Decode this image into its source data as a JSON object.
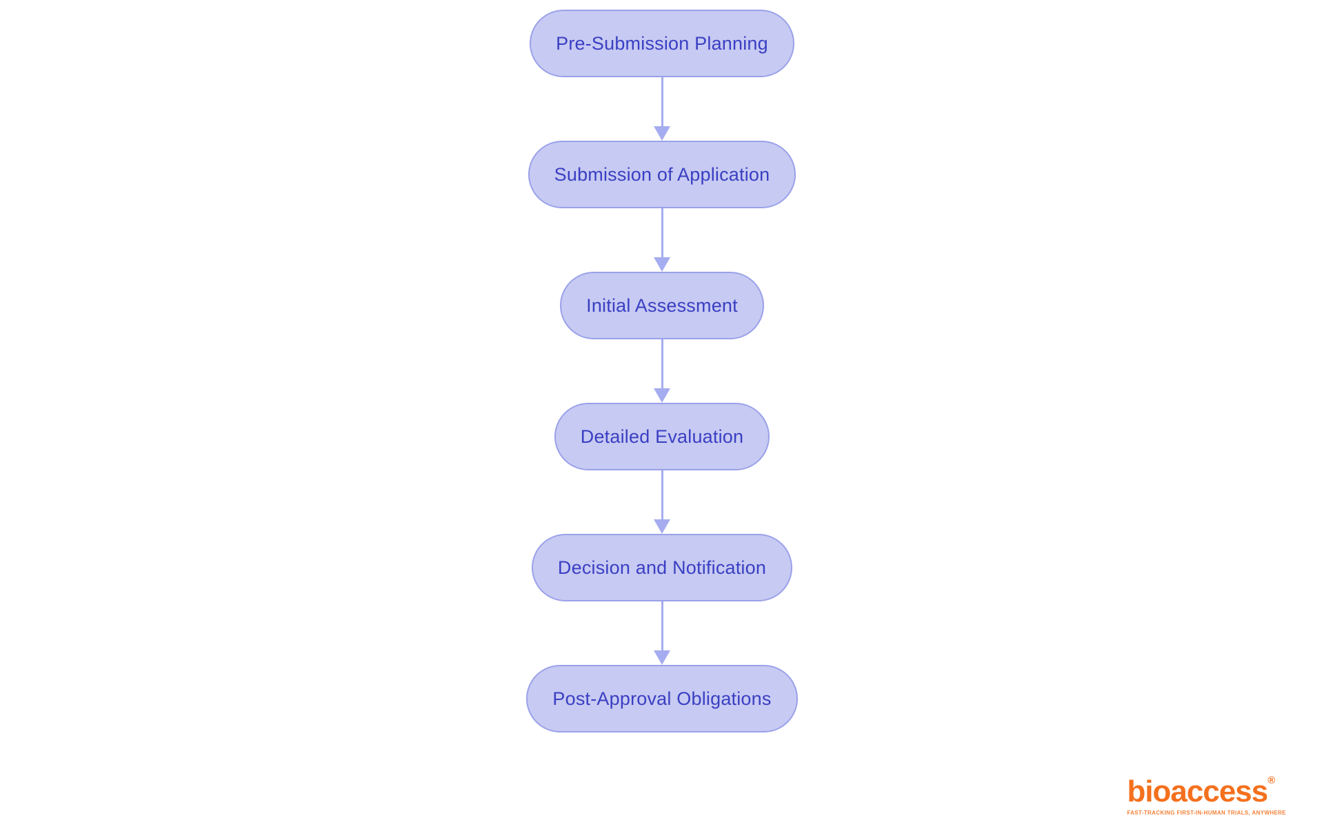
{
  "diagram": {
    "type": "flowchart",
    "flow_direction": "top-down",
    "nodes": [
      {
        "label": "Pre-Submission Planning"
      },
      {
        "label": "Submission of Application"
      },
      {
        "label": "Initial Assessment"
      },
      {
        "label": "Detailed Evaluation"
      },
      {
        "label": "Decision and Notification"
      },
      {
        "label": "Post-Approval Obligations"
      }
    ],
    "colors": {
      "node_fill": "#c7caf2",
      "node_border": "#9aa1e9",
      "node_text": "#3a3fc3",
      "arrow": "#a5acef",
      "background": "#ffffff"
    }
  },
  "logo": {
    "brand": "bioaccess",
    "registered_mark": "®",
    "tagline": "FAST-TRACKING FIRST-IN-HUMAN TRIALS, ANYWHERE",
    "brand_color": "#f4701d"
  }
}
